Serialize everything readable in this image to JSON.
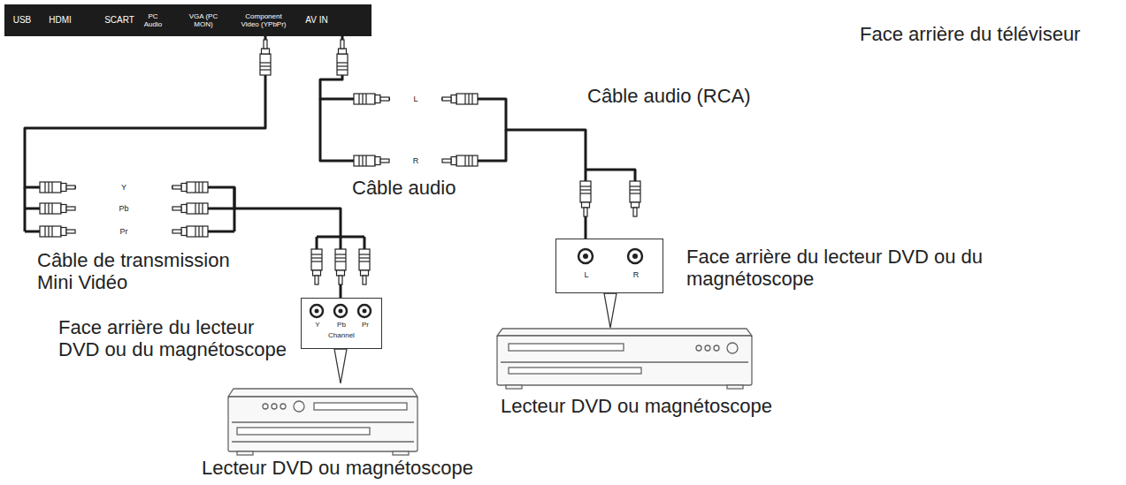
{
  "diagram": {
    "nodes": [
      {
        "text": [
          "USB",
          "HDMI",
          "SCART",
          "PC Audio",
          "VGA (PC MON)",
          "Component Video (YPbPr)",
          "AV IN"
        ]
      },
      {
        "text": [
          "Y",
          "Pb",
          "Pr",
          "Channel"
        ]
      },
      {
        "text": [
          "L",
          "R"
        ]
      }
    ],
    "edges": [
      {
        "from": 0,
        "to": 1,
        "arrow": "none"
      },
      {
        "from": 0,
        "to": 2,
        "arrow": "none"
      }
    ],
    "labels": [
      "Face arrière du téléviseur",
      "Câble audio (RCA)",
      "L",
      "R",
      "Câble audio",
      "Y",
      "Pb",
      "Pr",
      "Câble de transmission Mini Vidéo",
      "Face arrière du lecteur DVD ou du magnétoscope",
      "Face arrière du lecteur DVD ou du magnétoscope",
      "Lecteur DVD ou magnétoscope",
      "Lecteur DVD ou magnétoscope"
    ]
  }
}
